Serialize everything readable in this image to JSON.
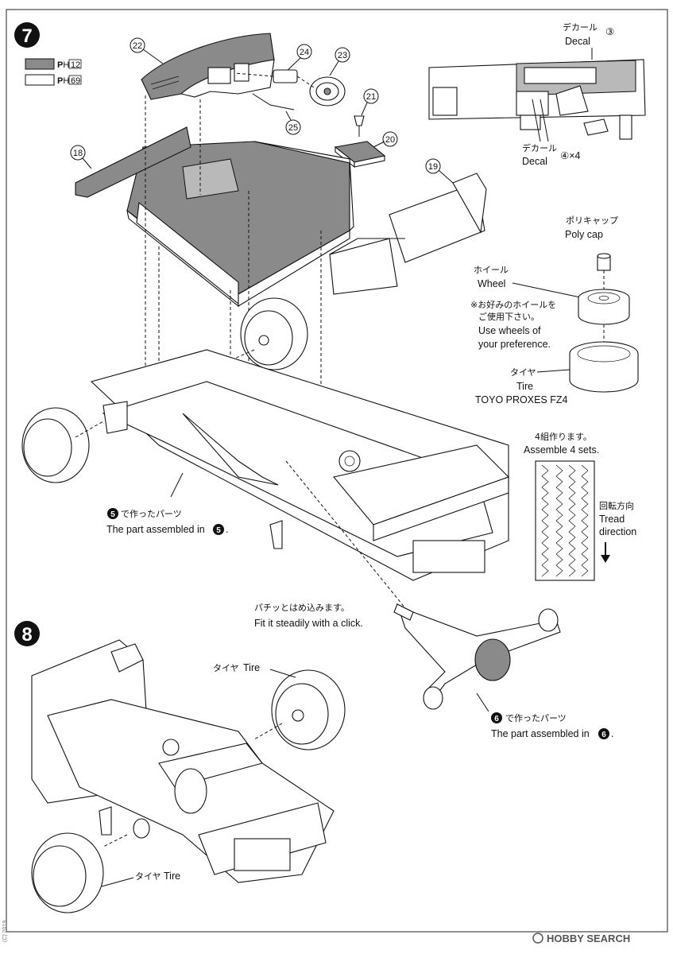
{
  "steps": [
    {
      "number": "7"
    },
    {
      "number": "8"
    }
  ],
  "paint_legend": [
    {
      "code": "H",
      "num": "12",
      "swatch": "#8a8a8a"
    },
    {
      "code": "H",
      "num": "69",
      "swatch": "#ffffff"
    }
  ],
  "part_numbers": {
    "p18": "18",
    "p19": "19",
    "p20": "20",
    "p21": "21",
    "p22": "22",
    "p23": "23",
    "p24": "24",
    "p25": "25"
  },
  "decal_top": {
    "jp": "デカール",
    "en": "Decal",
    "num": "③"
  },
  "decal_bottom": {
    "jp": "デカール",
    "en": "Decal",
    "num": "④×4"
  },
  "polycap": {
    "jp": "ポリキャップ",
    "en": "Poly cap"
  },
  "wheel": {
    "jp": "ホイール",
    "en": "Wheel"
  },
  "wheel_note": {
    "jp1": "※お好みのホイールを",
    "jp2": "ご使用下さい。",
    "en1": "Use wheels of",
    "en2": "your preference."
  },
  "tire": {
    "jp": "タイヤ",
    "en": "Tire",
    "brand": "TOYO PROXES FZ4"
  },
  "assemble": {
    "jp": "4組作ります。",
    "en": "Assemble 4 sets."
  },
  "rotation": {
    "jp": "回転方向",
    "en1": "Tread",
    "en2": "direction"
  },
  "step5_part": {
    "circled": "5",
    "jp": "で作ったパーツ",
    "en": "The part assembled in"
  },
  "click_note": {
    "jp": "パチッとはめ込みます。",
    "en": "Fit it steadily with a click."
  },
  "step6_part": {
    "circled": "6",
    "jp": "で作ったパーツ",
    "en": "The part assembled in"
  },
  "tire_label_1": {
    "jp": "タイヤ",
    "en": "Tire"
  },
  "tire_label_2": {
    "jp": "タイヤ",
    "en": "Tire"
  },
  "watermark": {
    "brand": "HOBBY SEARCH",
    "copyright": "(C) 2019"
  },
  "colors": {
    "grey_part": "#8a8a8a",
    "light_part": "#b9b9b9",
    "ink": "#111111"
  }
}
